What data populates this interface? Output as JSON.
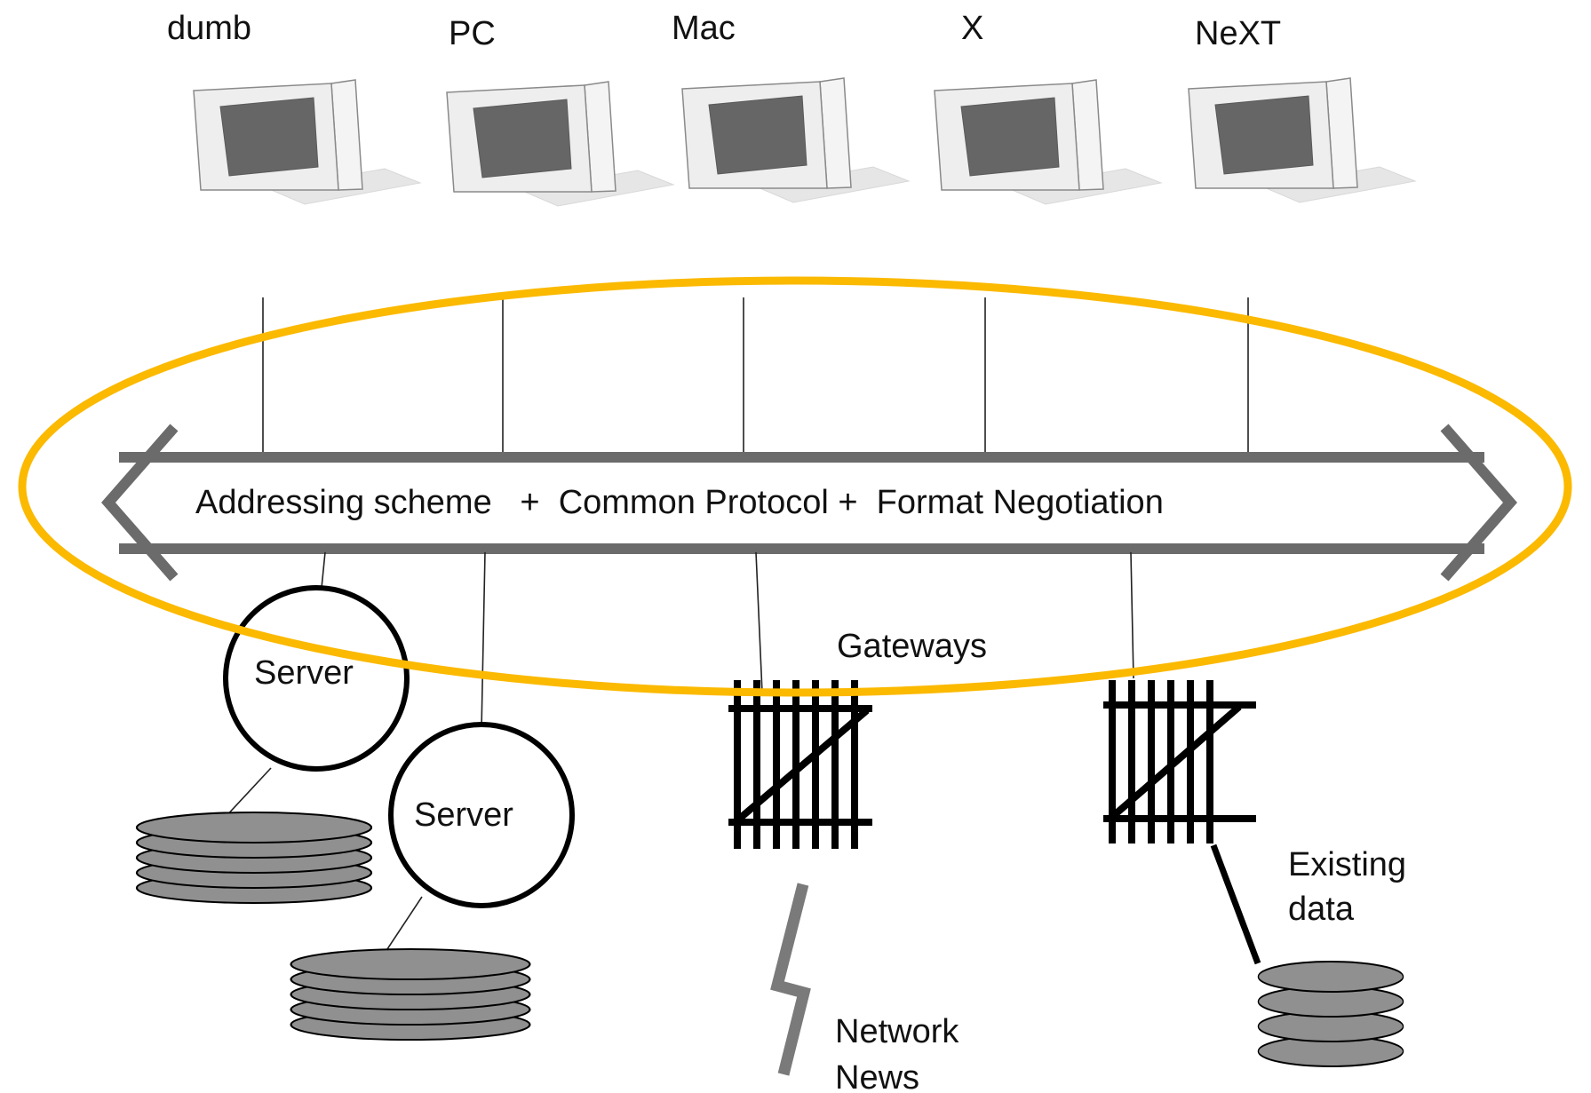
{
  "clients": [
    {
      "label": "dumb",
      "icon": "computer-icon"
    },
    {
      "label": "PC",
      "icon": "computer-icon"
    },
    {
      "label": "Mac",
      "icon": "computer-icon"
    },
    {
      "label": "X",
      "icon": "computer-icon"
    },
    {
      "label": "NeXT",
      "icon": "computer-icon"
    }
  ],
  "bus": {
    "label": "Addressing scheme   +  Common Protocol +  Format Negotiation",
    "icon": "double-arrow-icon"
  },
  "servers": [
    {
      "label": "Server",
      "icon": "server-circle-icon"
    },
    {
      "label": "Server",
      "icon": "server-circle-icon"
    }
  ],
  "gateways": {
    "label": "Gateways",
    "icon": "gate-icon"
  },
  "network_news": {
    "line1": "Network",
    "line2": "News",
    "icon": "lightning-icon"
  },
  "existing_data": {
    "line1": "Existing",
    "line2": "data",
    "icon": "disk-stack-icon"
  },
  "colors": {
    "highlight": "#FBB900",
    "arrow": "#6b6b6b",
    "screen": "#666666",
    "case": "#eeeeee",
    "disk": "#909090",
    "ink": "#000000"
  }
}
